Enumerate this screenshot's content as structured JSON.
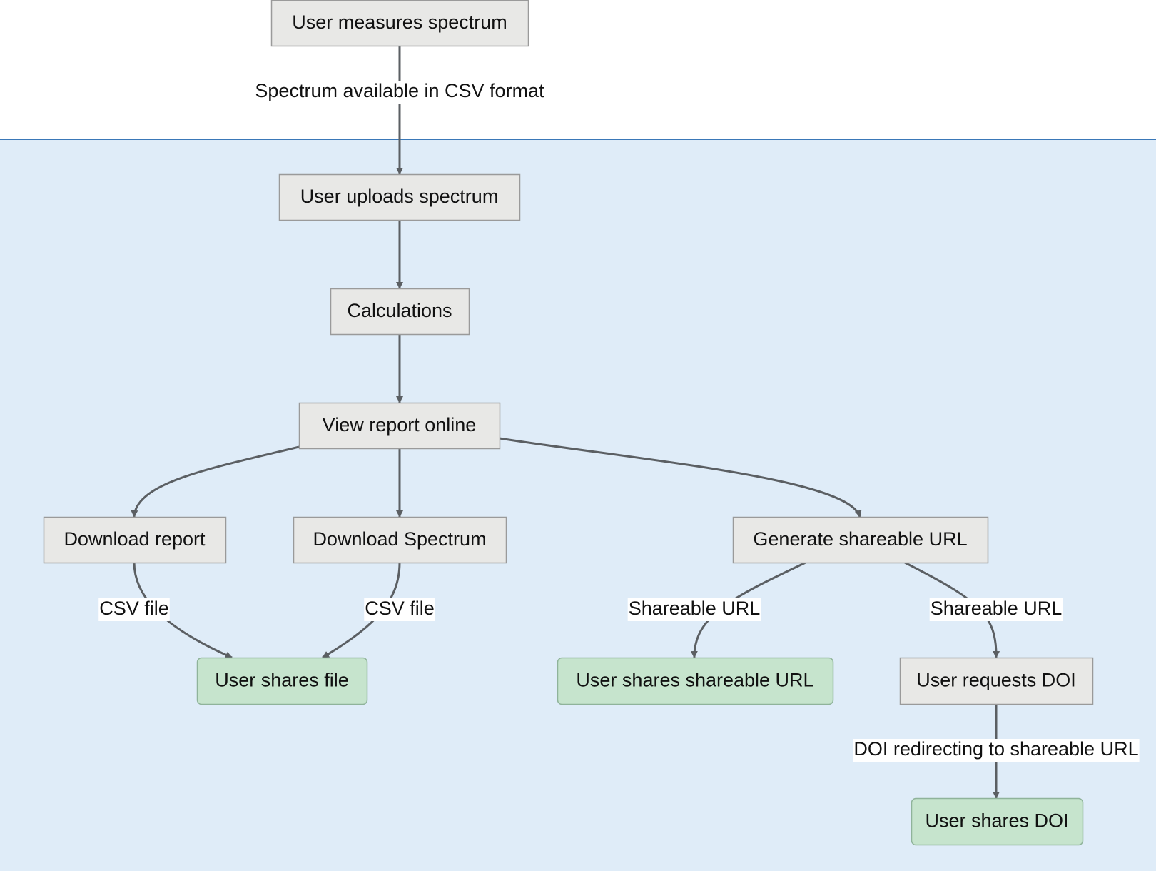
{
  "diagram": {
    "colors": {
      "background": "#ffffff",
      "region_fill": "#dfecf8",
      "region_border": "#3a78b8",
      "process_fill": "#e8e8e6",
      "process_stroke": "#9a9a9a",
      "terminal_fill": "#c6e4cd",
      "terminal_stroke": "#8fb39a",
      "edge": "#5b5f63",
      "label_bg": "#ffffff",
      "text": "#111111"
    },
    "nodes": {
      "measure": {
        "label": "User measures spectrum",
        "kind": "process"
      },
      "upload": {
        "label": "User uploads spectrum",
        "kind": "process"
      },
      "calc": {
        "label": "Calculations",
        "kind": "process"
      },
      "view": {
        "label": "View report online",
        "kind": "process"
      },
      "dl_report": {
        "label": "Download report",
        "kind": "process"
      },
      "dl_spectrum": {
        "label": "Download Spectrum",
        "kind": "process"
      },
      "gen_url": {
        "label": "Generate shareable URL",
        "kind": "process"
      },
      "share_file": {
        "label": "User shares file",
        "kind": "terminal"
      },
      "share_url": {
        "label": "User shares shareable URL",
        "kind": "terminal"
      },
      "req_doi": {
        "label": "User requests DOI",
        "kind": "process"
      },
      "share_doi": {
        "label": "User shares DOI",
        "kind": "terminal"
      }
    },
    "edges": [
      {
        "from": "measure",
        "to": "upload",
        "label": "Spectrum available in CSV format"
      },
      {
        "from": "upload",
        "to": "calc",
        "label": ""
      },
      {
        "from": "calc",
        "to": "view",
        "label": ""
      },
      {
        "from": "view",
        "to": "dl_report",
        "label": ""
      },
      {
        "from": "view",
        "to": "dl_spectrum",
        "label": ""
      },
      {
        "from": "view",
        "to": "gen_url",
        "label": ""
      },
      {
        "from": "dl_report",
        "to": "share_file",
        "label": "CSV file"
      },
      {
        "from": "dl_spectrum",
        "to": "share_file",
        "label": "CSV file"
      },
      {
        "from": "gen_url",
        "to": "share_url",
        "label": "Shareable URL"
      },
      {
        "from": "gen_url",
        "to": "req_doi",
        "label": "Shareable URL"
      },
      {
        "from": "req_doi",
        "to": "share_doi",
        "label": "DOI redirecting to shareable URL"
      }
    ]
  }
}
